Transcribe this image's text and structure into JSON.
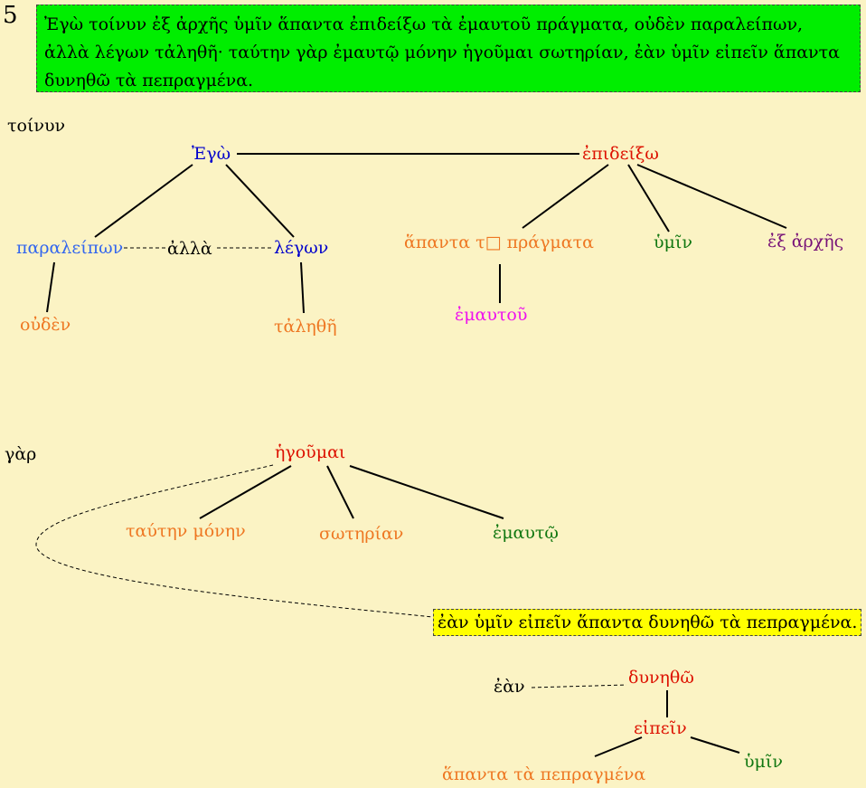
{
  "sentence_number": "5",
  "sentence_text": "Ἐγὼ τοίνυν ἐξ ἀρχῆς ὑμῖν ἅπαντα ἐπιδείξω τὰ ἐμαυτοῦ πράγματα, οὐδὲν παραλείπων, ἀλλὰ λέγων τἀληθῆ· ταύτην γὰρ ἐμαυτῷ μόνην ἡγοῦμαι σωτηρίαν, ἐὰν ὑμῖν εἰπεῖν ἅπαντα δυνηθῶ τὰ πεπραγμένα.",
  "colors": {
    "background": "#fbf3c4",
    "green_box": "#00ee00",
    "yellow_box": "#ffff00",
    "subject": "#0000cc",
    "verb": "#dd1100",
    "participle": "#3366ee",
    "object": "#ee7722",
    "indirect_object": "#117711",
    "adverbial": "#771177",
    "pronoun": "#ee11ee",
    "particle": "#000000"
  },
  "tree1": {
    "particle": "τοίνυν",
    "subject": "Ἐγὼ",
    "verb": "ἐπιδείξω",
    "participle_1": "παραλείπων",
    "conjunction": "ἀλλὰ",
    "participle_2": "λέγων",
    "object_1": "οὐδὲν",
    "object_2": "τἀληθῆ",
    "direct_object": "ἅπαντα τ□ πράγματα",
    "genitive": "ἐμαυτοῦ",
    "indirect_object": "ὑμῖν",
    "adverbial": "ἐξ ἀρχῆς"
  },
  "tree2": {
    "particle": "γὰρ",
    "verb": "ἡγοῦμαι",
    "object": "ταύτην μόνην",
    "predicate": "σωτηρίαν",
    "dative": "ἐμαυτῷ",
    "clause_text": "ἐὰν ὑμῖν εἰπεῖν ἅπαντα δυνηθῶ τὰ πεπραγμένα."
  },
  "tree3": {
    "conjunction": "ἐὰν",
    "verb": "δυνηθῶ",
    "infinitive": "εἰπεῖν",
    "object": "ἅπαντα τὰ πεπραγμένα",
    "indirect_object": "ὑμῖν"
  }
}
